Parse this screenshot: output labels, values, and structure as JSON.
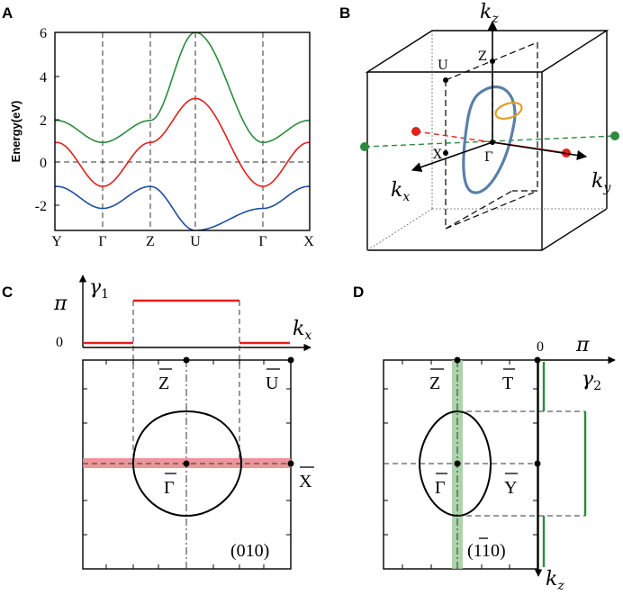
{
  "panels": {
    "a": {
      "letter": "A",
      "ylabel": "Energy(eV)",
      "yticks": [
        "6",
        "4",
        "2",
        "0",
        "-2"
      ],
      "xticks": [
        "Y",
        "Γ",
        "Z",
        "U",
        "Γ",
        "X"
      ]
    },
    "b": {
      "letter": "B",
      "axes": {
        "kz": "z",
        "kx": "x",
        "ky": "y"
      },
      "points": {
        "U": "U",
        "Z": "Z",
        "X": "X",
        "G": "Γ"
      }
    },
    "c": {
      "letter": "C",
      "gamma": "γ",
      "gamma_sub": "1",
      "pi": "π",
      "zero": "0",
      "kx": "k",
      "kx_sub": "x",
      "labels": {
        "Z": "Z",
        "U": "U",
        "G": "Γ",
        "X": "X"
      },
      "surface": "(010)"
    },
    "d": {
      "letter": "D",
      "zero": "0",
      "pi": "π",
      "gamma": "γ",
      "gamma_sub": "2",
      "kz": "k",
      "kz_sub": "z",
      "labels": {
        "Z": "Z",
        "T": "T",
        "G": "Γ",
        "Y": "Y"
      },
      "surface_open": "(",
      "surface_bar": "1",
      "surface_rest": "10)"
    }
  },
  "colors": {
    "red": "#e0201b",
    "green": "#2b8a3e",
    "blue": "#1f4e9c",
    "ring_blue": "#5b80a8",
    "ring_orange": "#e0a020",
    "band_red": "#e8848a",
    "band_green": "#9ccd9c"
  },
  "chart_data": {
    "type": "line",
    "xcategories": [
      "Y",
      "Γ",
      "Z",
      "U",
      "Γ",
      "X"
    ],
    "ylabel": "Energy(eV)",
    "ylim": [
      -3,
      6
    ],
    "series": [
      {
        "color": "#2b8a3e",
        "y": [
          2,
          1,
          2,
          6,
          1,
          2
        ]
      },
      {
        "color": "#e0201b",
        "y": [
          1,
          -1,
          1,
          3,
          -1,
          1
        ]
      },
      {
        "color": "#1f4e9c",
        "y": [
          -1,
          -2,
          -1,
          -3,
          -2,
          -1
        ]
      }
    ]
  }
}
